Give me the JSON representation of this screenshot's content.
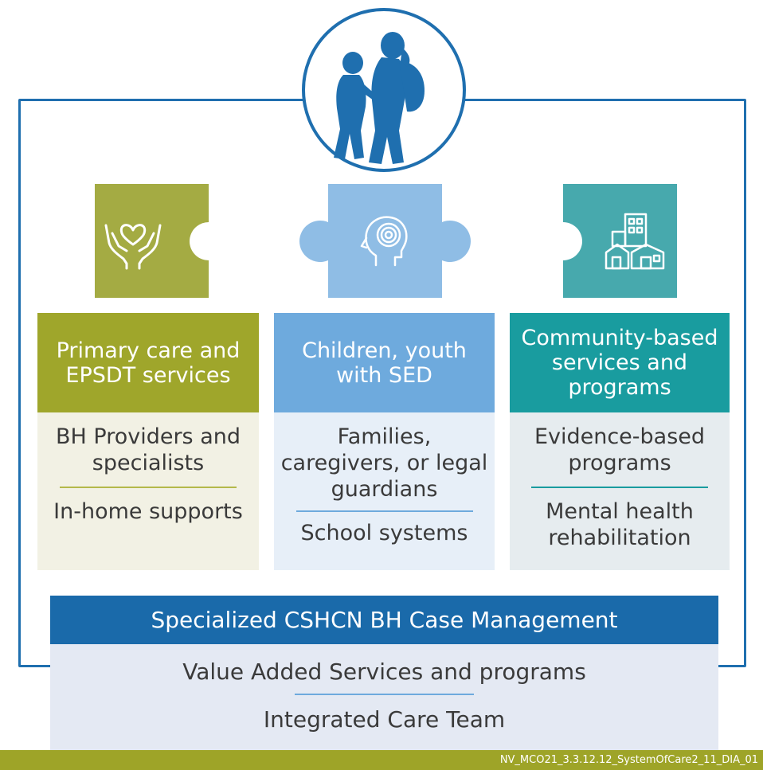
{
  "columns": [
    {
      "header": "Primary care and EPSDT services",
      "items": [
        "BH Providers and specialists",
        "In-home supports"
      ],
      "icon": "caring-hands-heart-icon",
      "color": "#9fa62b",
      "body_color": "#f2f1e4",
      "puzzle_color": "#a4ab43"
    },
    {
      "header": "Children, youth with SED",
      "items": [
        "Families, caregivers, or legal guardians",
        "School systems"
      ],
      "icon": "head-mind-icon",
      "color": "#6eaadd",
      "body_color": "#e7eff8",
      "puzzle_color": "#8fbde5"
    },
    {
      "header": "Community-based services and programs",
      "items": [
        "Evidence-based programs",
        "Mental health rehabilitation"
      ],
      "icon": "community-buildings-icon",
      "color": "#199c9f",
      "body_color": "#e6ecef",
      "puzzle_color": "#47a9ad"
    }
  ],
  "bottom": {
    "header": "Specialized CSHCN BH Case Management",
    "items": [
      "Value Added Services and programs",
      "Integrated Care Team"
    ]
  },
  "footer": {
    "code": "NV_MCO21_3.3.12.12_SystemOfCare2_11_DIA_01"
  },
  "hero": {
    "icon": "children-silhouette-icon"
  },
  "colors": {
    "frame": "#1f6faf",
    "bottom_header": "#1a6aaa",
    "footer": "#9ea428"
  }
}
